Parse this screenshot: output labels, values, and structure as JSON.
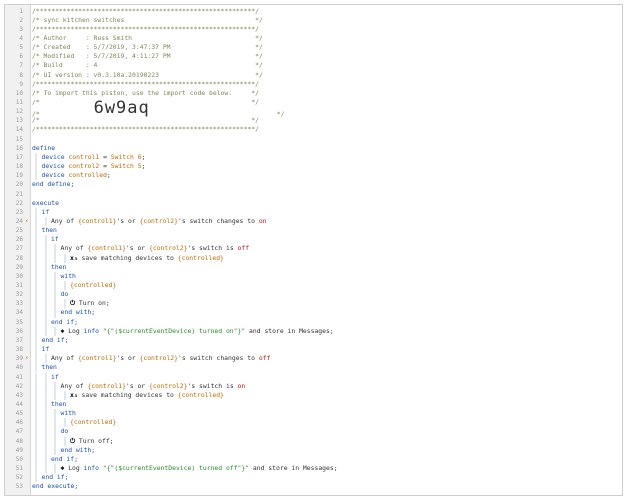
{
  "editor": {
    "lines": [
      {
        "n": "1",
        "indent": 0,
        "parts": [
          {
            "t": "/*********************************************************/",
            "c": "c"
          }
        ]
      },
      {
        "n": "2",
        "indent": 0,
        "parts": [
          {
            "t": "/* sync kitchen switches                                  */",
            "c": "c"
          }
        ]
      },
      {
        "n": "3",
        "indent": 0,
        "parts": [
          {
            "t": "/*********************************************************/",
            "c": "c"
          }
        ]
      },
      {
        "n": "4",
        "indent": 0,
        "parts": [
          {
            "t": "/* Author     : Russ Smith                                */",
            "c": "c"
          }
        ]
      },
      {
        "n": "5",
        "indent": 0,
        "parts": [
          {
            "t": "/* Created    : 5/7/2019, 3:47:37 PM                      */",
            "c": "c"
          }
        ]
      },
      {
        "n": "6",
        "indent": 0,
        "parts": [
          {
            "t": "/* Modified   : 5/7/2019, 4:11:27 PM                      */",
            "c": "c"
          }
        ]
      },
      {
        "n": "7",
        "indent": 0,
        "parts": [
          {
            "t": "/* Build      : 4                                         */",
            "c": "c"
          }
        ]
      },
      {
        "n": "8",
        "indent": 0,
        "parts": [
          {
            "t": "/* UI version : v0.3.10a.20190223                         */",
            "c": "c"
          }
        ]
      },
      {
        "n": "9",
        "indent": 0,
        "parts": [
          {
            "t": "/*********************************************************/",
            "c": "c"
          }
        ]
      },
      {
        "n": "10",
        "indent": 0,
        "parts": [
          {
            "t": "/* To import this piston, use the import code below:     */",
            "c": "c"
          }
        ]
      },
      {
        "n": "11",
        "indent": 0,
        "parts": [
          {
            "t": "/*                                                       */",
            "c": "c"
          }
        ]
      },
      {
        "n": "12",
        "indent": 0,
        "parts": [
          {
            "t": "/*",
            "c": "c"
          },
          {
            "t": "              ",
            "c": ""
          },
          {
            "t": "6w9aq",
            "c": "big"
          },
          {
            "t": "                                 */",
            "c": "c"
          }
        ]
      },
      {
        "n": "13",
        "indent": 0,
        "parts": [
          {
            "t": "/*                                                       */",
            "c": "c"
          }
        ]
      },
      {
        "n": "14",
        "indent": 0,
        "parts": [
          {
            "t": "/*********************************************************/",
            "c": "c"
          }
        ]
      },
      {
        "n": "15",
        "indent": 0,
        "parts": []
      },
      {
        "n": "16",
        "indent": 0,
        "parts": [
          {
            "t": "define",
            "c": "k"
          }
        ]
      },
      {
        "n": "17",
        "indent": 1,
        "parts": [
          {
            "t": "device ",
            "c": "k"
          },
          {
            "t": "control1",
            "c": "v"
          },
          {
            "t": " = ",
            "c": ""
          },
          {
            "t": "Switch 6",
            "c": "v"
          },
          {
            "t": ";",
            "c": ""
          }
        ]
      },
      {
        "n": "18",
        "indent": 1,
        "parts": [
          {
            "t": "device ",
            "c": "k"
          },
          {
            "t": "control2",
            "c": "v"
          },
          {
            "t": " = ",
            "c": ""
          },
          {
            "t": "Switch 5",
            "c": "v"
          },
          {
            "t": ";",
            "c": ""
          }
        ]
      },
      {
        "n": "19",
        "indent": 1,
        "parts": [
          {
            "t": "device ",
            "c": "k"
          },
          {
            "t": "controlled",
            "c": "v"
          },
          {
            "t": ";",
            "c": ""
          }
        ]
      },
      {
        "n": "20",
        "indent": 0,
        "parts": [
          {
            "t": "end define;",
            "c": "k"
          }
        ]
      },
      {
        "n": "21",
        "indent": 0,
        "parts": []
      },
      {
        "n": "22",
        "indent": 0,
        "parts": [
          {
            "t": "execute",
            "c": "k"
          }
        ]
      },
      {
        "n": "23",
        "indent": 1,
        "parts": [
          {
            "t": "if",
            "c": "k"
          }
        ]
      },
      {
        "n": "24",
        "indent": 2,
        "mark": true,
        "parts": [
          {
            "t": "Any of ",
            "c": ""
          },
          {
            "t": "{control1}",
            "c": "v"
          },
          {
            "t": "'s or ",
            "c": ""
          },
          {
            "t": "{control2}",
            "c": "v"
          },
          {
            "t": "'s switch changes to ",
            "c": ""
          },
          {
            "t": "on",
            "c": "o"
          }
        ]
      },
      {
        "n": "25",
        "indent": 1,
        "parts": [
          {
            "t": "then",
            "c": "k"
          }
        ]
      },
      {
        "n": "26",
        "indent": 2,
        "parts": [
          {
            "t": "if",
            "c": "k"
          }
        ]
      },
      {
        "n": "27",
        "indent": 3,
        "parts": [
          {
            "t": "Any of ",
            "c": ""
          },
          {
            "t": "{control1}",
            "c": "v"
          },
          {
            "t": "'s or ",
            "c": ""
          },
          {
            "t": "{control2}",
            "c": "v"
          },
          {
            "t": "'s switch is ",
            "c": ""
          },
          {
            "t": "off",
            "c": "o"
          }
        ]
      },
      {
        "n": "28",
        "indent": 4,
        "parts": [
          {
            "t": "x₃ ",
            "c": "glyph"
          },
          {
            "t": "save matching devices to ",
            "c": ""
          },
          {
            "t": "{controlled}",
            "c": "v"
          }
        ]
      },
      {
        "n": "29",
        "indent": 2,
        "parts": [
          {
            "t": "then",
            "c": "k"
          }
        ]
      },
      {
        "n": "30",
        "indent": 3,
        "parts": [
          {
            "t": "with",
            "c": "k"
          }
        ]
      },
      {
        "n": "31",
        "indent": 4,
        "parts": [
          {
            "t": "{controlled}",
            "c": "v"
          }
        ]
      },
      {
        "n": "32",
        "indent": 3,
        "parts": [
          {
            "t": "do",
            "c": "k"
          }
        ]
      },
      {
        "n": "33",
        "indent": 4,
        "parts": [
          {
            "t": "⏻ ",
            "c": "glyph"
          },
          {
            "t": "Turn on;",
            "c": ""
          }
        ]
      },
      {
        "n": "34",
        "indent": 3,
        "parts": [
          {
            "t": "end with;",
            "c": "k"
          }
        ]
      },
      {
        "n": "35",
        "indent": 2,
        "parts": [
          {
            "t": "end if;",
            "c": "k"
          }
        ]
      },
      {
        "n": "36",
        "indent": 3,
        "parts": [
          {
            "t": "✱ ",
            "c": "glyph"
          },
          {
            "t": "Log ",
            "c": ""
          },
          {
            "t": "info ",
            "c": "k"
          },
          {
            "t": "\"{\"($currentEventDevice) turned on\"}\"",
            "c": "s"
          },
          {
            "t": " and store in Messages;",
            "c": ""
          }
        ]
      },
      {
        "n": "37",
        "indent": 1,
        "parts": [
          {
            "t": "end if;",
            "c": "k"
          }
        ]
      },
      {
        "n": "38",
        "indent": 1,
        "parts": [
          {
            "t": "if",
            "c": "k"
          }
        ]
      },
      {
        "n": "39",
        "indent": 2,
        "mark": true,
        "parts": [
          {
            "t": "Any of ",
            "c": ""
          },
          {
            "t": "{control1}",
            "c": "v"
          },
          {
            "t": "'s or ",
            "c": ""
          },
          {
            "t": "{control2}",
            "c": "v"
          },
          {
            "t": "'s switch changes to ",
            "c": ""
          },
          {
            "t": "off",
            "c": "o"
          }
        ]
      },
      {
        "n": "40",
        "indent": 1,
        "parts": [
          {
            "t": "then",
            "c": "k"
          }
        ]
      },
      {
        "n": "41",
        "indent": 2,
        "parts": [
          {
            "t": "if",
            "c": "k"
          }
        ]
      },
      {
        "n": "42",
        "indent": 3,
        "parts": [
          {
            "t": "Any of ",
            "c": ""
          },
          {
            "t": "{control1}",
            "c": "v"
          },
          {
            "t": "'s or ",
            "c": ""
          },
          {
            "t": "{control2}",
            "c": "v"
          },
          {
            "t": "'s switch is ",
            "c": ""
          },
          {
            "t": "on",
            "c": "o"
          }
        ]
      },
      {
        "n": "43",
        "indent": 4,
        "parts": [
          {
            "t": "x₃ ",
            "c": "glyph"
          },
          {
            "t": "save matching devices to ",
            "c": ""
          },
          {
            "t": "{controlled}",
            "c": "v"
          }
        ]
      },
      {
        "n": "44",
        "indent": 2,
        "parts": [
          {
            "t": "then",
            "c": "k"
          }
        ]
      },
      {
        "n": "45",
        "indent": 3,
        "parts": [
          {
            "t": "with",
            "c": "k"
          }
        ]
      },
      {
        "n": "46",
        "indent": 4,
        "parts": [
          {
            "t": "{controlled}",
            "c": "v"
          }
        ]
      },
      {
        "n": "47",
        "indent": 3,
        "parts": [
          {
            "t": "do",
            "c": "k"
          }
        ]
      },
      {
        "n": "48",
        "indent": 4,
        "parts": [
          {
            "t": "⏻ ",
            "c": "glyph"
          },
          {
            "t": "Turn off;",
            "c": ""
          }
        ]
      },
      {
        "n": "49",
        "indent": 3,
        "parts": [
          {
            "t": "end with;",
            "c": "k"
          }
        ]
      },
      {
        "n": "50",
        "indent": 2,
        "parts": [
          {
            "t": "end if;",
            "c": "k"
          }
        ]
      },
      {
        "n": "51",
        "indent": 3,
        "parts": [
          {
            "t": "✱ ",
            "c": "glyph"
          },
          {
            "t": "Log ",
            "c": ""
          },
          {
            "t": "info ",
            "c": "k"
          },
          {
            "t": "\"{\"($currentEventDevice) turned off\"}\"",
            "c": "s"
          },
          {
            "t": " and store in Messages;",
            "c": ""
          }
        ]
      },
      {
        "n": "52",
        "indent": 1,
        "parts": [
          {
            "t": "end if;",
            "c": "k"
          }
        ]
      },
      {
        "n": "53",
        "indent": 0,
        "parts": [
          {
            "t": "end execute;",
            "c": "k"
          }
        ]
      }
    ]
  }
}
